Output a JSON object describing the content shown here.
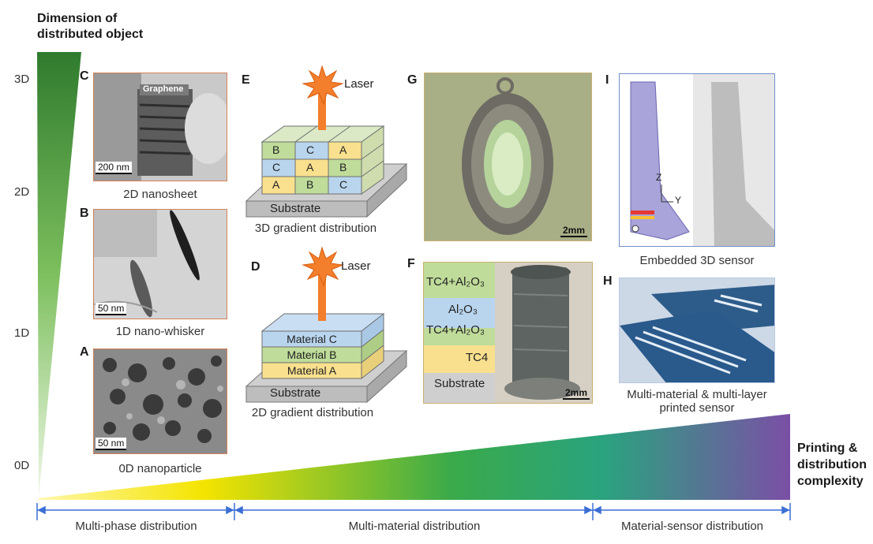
{
  "y_axis": {
    "title_line1": "Dimension of",
    "title_line2": "distributed object",
    "ticks": [
      "3D",
      "2D",
      "1D",
      "0D"
    ]
  },
  "x_axis": {
    "title_line1": "Printing &",
    "title_line2": "distribution",
    "title_line3": "complexity",
    "segments": [
      "Multi-phase distribution",
      "Multi-material distribution",
      "Material-sensor distribution"
    ]
  },
  "panels": {
    "A": {
      "letter": "A",
      "caption": "0D nanoparticle",
      "scale": "50 nm"
    },
    "B": {
      "letter": "B",
      "caption": "1D nano-whisker",
      "scale": "50 nm"
    },
    "C": {
      "letter": "C",
      "caption": "2D nanosheet",
      "scale": "200 nm",
      "label": "Graphene"
    },
    "D": {
      "letter": "D",
      "caption": "2D gradient distribution",
      "laser": "Laser",
      "layers": [
        "Material C",
        "Material B",
        "Material A"
      ],
      "substrate": "Substrate"
    },
    "E": {
      "letter": "E",
      "caption": "3D gradient distribution",
      "laser": "Laser",
      "grid": [
        [
          "B",
          "C",
          "A"
        ],
        [
          "C",
          "A",
          "B"
        ],
        [
          "A",
          "B",
          "C"
        ]
      ],
      "substrate": "Substrate"
    },
    "F": {
      "letter": "F",
      "layers": [
        "TC4+Al₂O₃",
        "Al₂O₃",
        "TC4+Al₂O₃",
        "TC4",
        "Substrate"
      ],
      "scale": "2mm"
    },
    "G": {
      "letter": "G",
      "scale": "2mm"
    },
    "H": {
      "letter": "H",
      "caption_line1": "Multi-material & multi-layer",
      "caption_line2": "printed sensor"
    },
    "I": {
      "letter": "I",
      "caption": "Embedded 3D sensor",
      "axis_z": "Z",
      "axis_y": "Y"
    }
  },
  "colors": {
    "green_dark": "#2e7d32",
    "yellow": "#f4e400",
    "green": "#3aaa4a",
    "purple": "#7b4fa6",
    "axis_blue": "#3b6fd6",
    "laser_orange": "#f37e2b",
    "cell_blue": "#b9d5ee",
    "cell_green": "#bfdc9a",
    "cell_yellow": "#f9e08e"
  }
}
